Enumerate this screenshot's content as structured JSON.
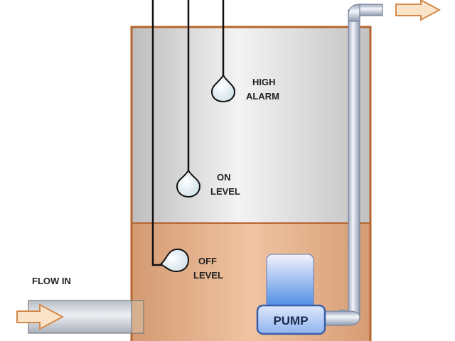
{
  "labels": {
    "high_alarm_line1": "HIGH",
    "high_alarm_line2": "ALARM",
    "on_level_line1": "ON",
    "on_level_line2": "LEVEL",
    "off_level_line1": "OFF",
    "off_level_line2": "LEVEL",
    "flow_in": "FLOW IN",
    "pump": "PUMP"
  },
  "colors": {
    "tank_border": "#b5652d",
    "liquid": "#e8b48e",
    "air_top": "#f4f4f4",
    "air_bottom": "#c8c8c8",
    "pipe": "#b8c4d8",
    "pump_top": "#f0eef8",
    "pump_bottom": "#4f8fe8",
    "arrow_fill": "#fbe3c8",
    "arrow_stroke": "#d28a4a"
  }
}
